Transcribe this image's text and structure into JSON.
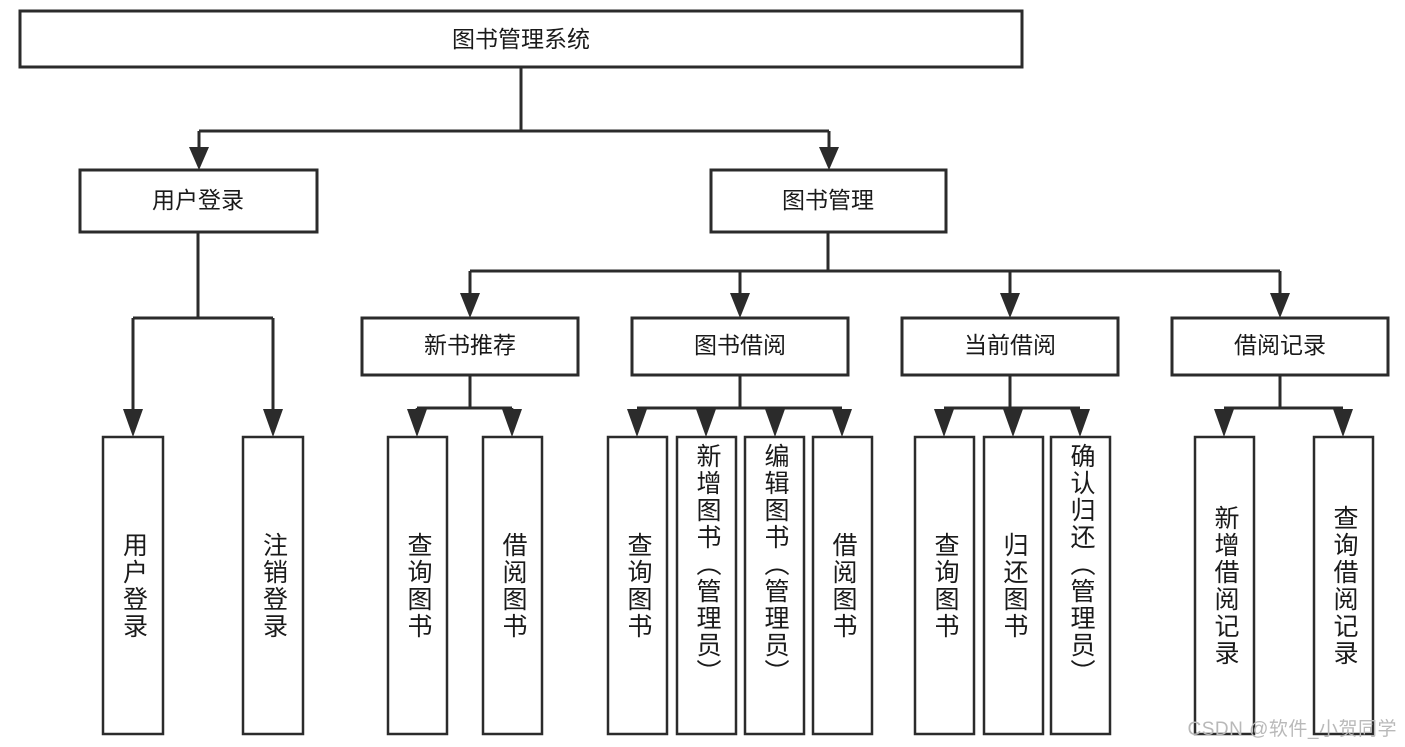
{
  "diagram": {
    "type": "tree",
    "title_node": "图书管理系统",
    "watermark": "CSDN @软件_小贺同学",
    "colors": {
      "box_stroke": "#2b2b2b",
      "box_fill": "#ffffff",
      "text": "#1a1a1a",
      "background": "#ffffff",
      "watermark": "#b9b9b9"
    },
    "root": {
      "label": "图书管理系统"
    },
    "level2": [
      {
        "label": "用户登录"
      },
      {
        "label": "图书管理"
      }
    ],
    "level3": [
      {
        "label": "新书推荐"
      },
      {
        "label": "图书借阅"
      },
      {
        "label": "当前借阅"
      },
      {
        "label": "借阅记录"
      }
    ],
    "leaves": {
      "user_login": [
        {
          "label": "用户登录"
        },
        {
          "label": "注销登录"
        }
      ],
      "new_book": [
        {
          "label": "查询图书"
        },
        {
          "label": "借阅图书"
        }
      ],
      "book_borrow": [
        {
          "label": "查询图书"
        },
        {
          "label": "新增图书（管理员）"
        },
        {
          "label": "编辑图书（管理员）"
        },
        {
          "label": "借阅图书"
        }
      ],
      "current_borrow": [
        {
          "label": "查询图书"
        },
        {
          "label": "归还图书"
        },
        {
          "label": "确认归还（管理员）"
        }
      ],
      "borrow_record": [
        {
          "label": "新增借阅记录"
        },
        {
          "label": "查询借阅记录"
        }
      ]
    }
  }
}
